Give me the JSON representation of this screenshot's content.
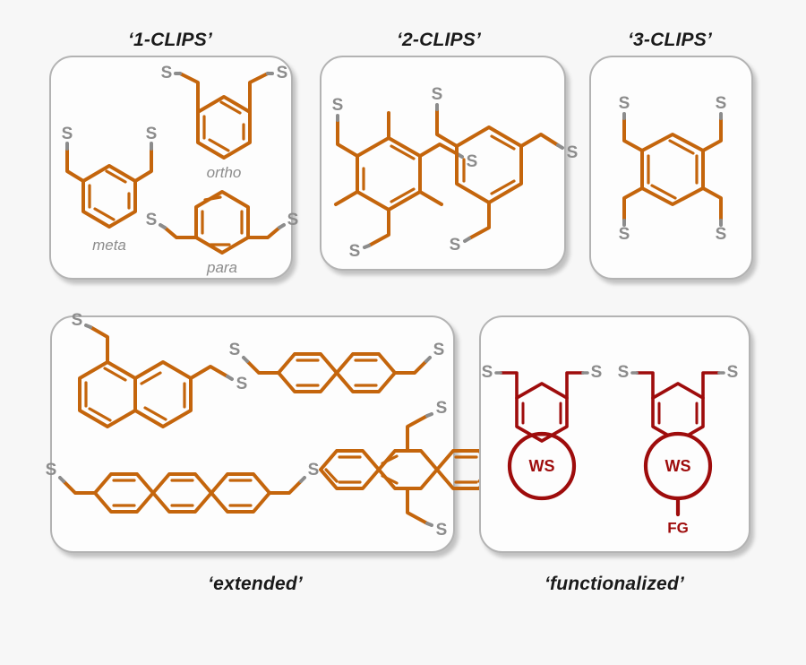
{
  "figure": {
    "background_color": "#f7f7f7",
    "bond_color": "#c4650c",
    "sulfur_color": "#8c8c8c",
    "functional_color": "#9e0c0c",
    "panel_border_color": "#b3b3b3",
    "panel_fill_color": "#fdfdfd"
  },
  "panels": [
    {
      "id": "one-clips",
      "title": "‘1-CLIPS’",
      "title_position": "top",
      "caption": "",
      "molecules": [
        {
          "name": "meta-bis(thiomethyl)benzene",
          "label": "meta",
          "core": "benzene",
          "substitution": "1,3",
          "thiol_count": 2
        },
        {
          "name": "ortho-bis(thiomethyl)benzene",
          "label": "ortho",
          "core": "benzene",
          "substitution": "1,2",
          "thiol_count": 2
        },
        {
          "name": "para-bis(thiomethyl)benzene",
          "label": "para",
          "core": "benzene",
          "substitution": "1,4",
          "thiol_count": 2
        }
      ]
    },
    {
      "id": "two-clips",
      "title": "‘2-CLIPS’",
      "title_position": "top",
      "caption": "",
      "molecules": [
        {
          "name": "tetramethyl-bis(thiomethyl)benzene",
          "label": "",
          "core": "benzene",
          "substitution": "1,4",
          "methyl_count": 4,
          "thiol_count": 2
        },
        {
          "name": "1,3,5-tris(thiomethyl)benzene",
          "label": "",
          "core": "benzene",
          "substitution": "1,3,5",
          "thiol_count": 3
        }
      ]
    },
    {
      "id": "three-clips",
      "title": "‘3-CLIPS’",
      "title_position": "top",
      "caption": "",
      "molecules": [
        {
          "name": "tetrakis(thiomethyl)benzene",
          "label": "",
          "core": "benzene",
          "substitution": "1,2,4,5",
          "thiol_count": 4
        }
      ]
    },
    {
      "id": "extended",
      "title": "",
      "title_position": "bottom",
      "caption": "‘extended’",
      "molecules": [
        {
          "name": "bis(thiomethyl)naphthalene",
          "label": "",
          "core": "naphthalene",
          "thiol_count": 2
        },
        {
          "name": "bis(thiomethyl)biphenyl",
          "label": "",
          "core": "biphenyl",
          "thiol_count": 2
        },
        {
          "name": "bis(thiomethyl)terphenyl",
          "label": "",
          "core": "terphenyl",
          "thiol_count": 2
        },
        {
          "name": "9,10-bis(thiomethyl)anthracene",
          "label": "",
          "core": "anthracene",
          "thiol_count": 2
        }
      ]
    },
    {
      "id": "functionalized",
      "title": "",
      "title_position": "bottom",
      "caption": "‘functionalized’",
      "molecules": [
        {
          "name": "water-solubilized clip",
          "label": "",
          "core": "benzene",
          "substitution": "1,2",
          "thiol_count": 2,
          "badges": [
            "WS"
          ]
        },
        {
          "name": "water-solubilized functionalized clip",
          "label": "",
          "core": "benzene",
          "substitution": "1,2",
          "thiol_count": 2,
          "badges": [
            "WS",
            "FG"
          ]
        }
      ]
    }
  ],
  "atom_labels": {
    "sulfur": "S",
    "water_soluble": "WS",
    "functional_group": "FG"
  },
  "isomer_labels": {
    "meta": "meta",
    "ortho": "ortho",
    "para": "para"
  }
}
